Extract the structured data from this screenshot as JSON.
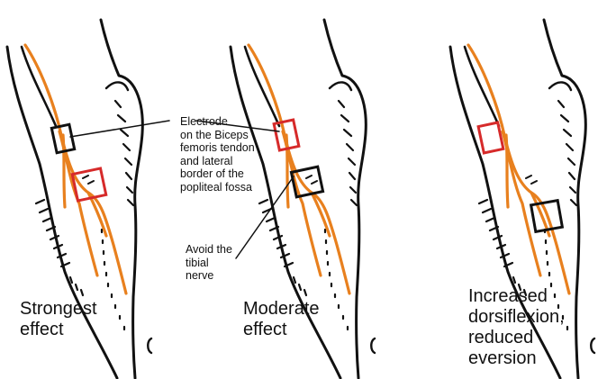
{
  "annotations": {
    "electrode": "Electrode\non the Biceps\nfemoris tendon\nand lateral\nborder of the\npopliteal fossa",
    "avoid": "Avoid the\ntibial\nnerve"
  },
  "captions": {
    "panel1": "Strongest\neffect",
    "panel2": "Moderate\neffect",
    "panel3": "Increased\ndorsiflexion,\nreduced\neversion"
  },
  "colors": {
    "outline": "#111111",
    "nerve": "#e8801e",
    "electrode_active": "#d62a2a",
    "electrode_other": "#111111"
  }
}
